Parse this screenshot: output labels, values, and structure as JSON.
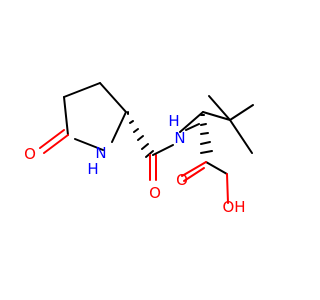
{
  "molecule": {
    "atoms": {
      "ring_oxygen": "O",
      "ring_nitrogen": "N",
      "ring_nh_h": "H",
      "amide_oxygen": "O",
      "amide_nitrogen": "N",
      "amide_nh_h": "H",
      "acid_oxygen": "O",
      "hydroxyl": "OH"
    },
    "colors": {
      "bond": "#000000",
      "oxygen": "#ff0000",
      "nitrogen": "#0000ff"
    }
  }
}
